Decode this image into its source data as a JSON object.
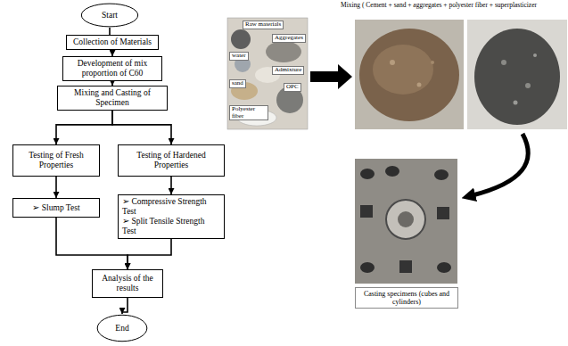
{
  "diagram": {
    "nodes": [
      {
        "text": [
          "Start"
        ]
      },
      {
        "text": [
          "Collection of Materials"
        ]
      },
      {
        "text": [
          "Development of mix proportion of C60"
        ]
      },
      {
        "text": [
          "Mixing and Casting of Specimen"
        ]
      },
      {
        "text": [
          "Testing of Fresh Properties"
        ]
      },
      {
        "text": [
          "Testing of Hardened Properties"
        ]
      },
      {
        "text": [
          "➢ Slump Test"
        ]
      },
      {
        "text": [
          "➢ Compressive Strength Test",
          "➢ Split Tensile Strength Test"
        ]
      },
      {
        "text": [
          "Analysis of the results"
        ]
      },
      {
        "text": [
          "End"
        ]
      },
      {
        "text": [
          "Casting specimens (cubes and cylinders)"
        ]
      }
    ],
    "edges": [
      {
        "from": 0,
        "to": 1,
        "arrow": "to"
      },
      {
        "from": 1,
        "to": 2,
        "arrow": "to"
      },
      {
        "from": 2,
        "to": 3,
        "arrow": "to"
      },
      {
        "from": 3,
        "to": 4,
        "arrow": "to"
      },
      {
        "from": 3,
        "to": 5,
        "arrow": "to"
      },
      {
        "from": 4,
        "to": 6,
        "arrow": "to"
      },
      {
        "from": 5,
        "to": 7,
        "arrow": "to"
      },
      {
        "from": 6,
        "to": 8,
        "arrow": "to"
      },
      {
        "from": 7,
        "to": 8,
        "arrow": "to"
      },
      {
        "from": 8,
        "to": 9,
        "arrow": "to"
      }
    ],
    "labels": [
      "Raw materials",
      "Aggregates",
      "water",
      "Admixture",
      "OPC",
      "sand",
      "Polyester fiber",
      "Mixing ( Cement + sand + aggregates + polyester fiber + superplasticizer"
    ]
  }
}
